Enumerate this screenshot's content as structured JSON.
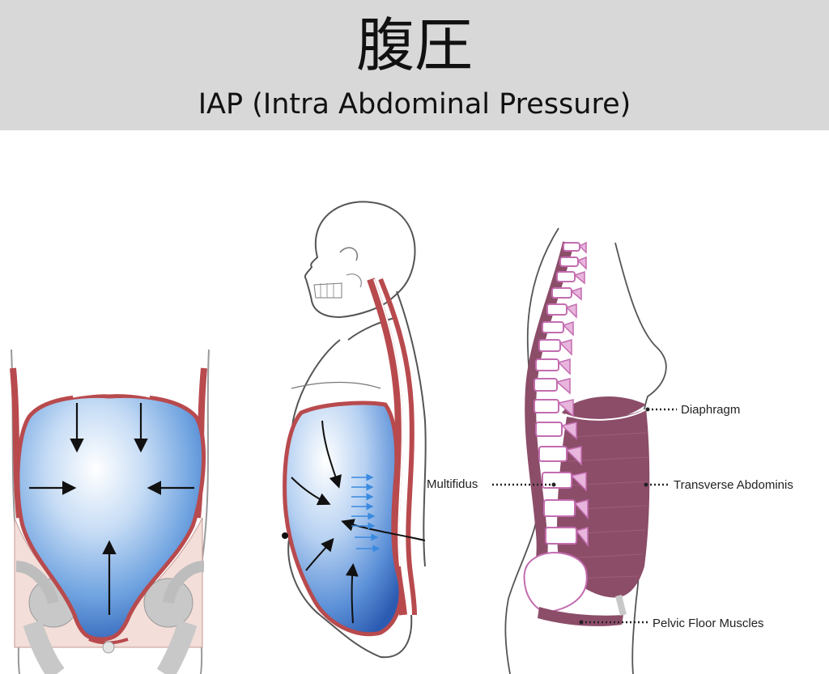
{
  "header": {
    "title": "腹圧",
    "subtitle": "IAP (Intra Abdominal Pressure)"
  },
  "labels": {
    "diaphragm": "Diaphragm",
    "transverse_abdominis": "Transverse Abdominis",
    "multifidus": "Multifidus",
    "pelvic_floor": "Pelvic Floor Muscles"
  },
  "colors": {
    "header_bg": "#d8d8d8",
    "pressure_blue": "#5f97db",
    "muscle_red": "#b84a4e",
    "muscle_mauve": "#8c4d69",
    "spine_pink": "#d98fc6",
    "bone_gray": "#c8c8c8"
  }
}
